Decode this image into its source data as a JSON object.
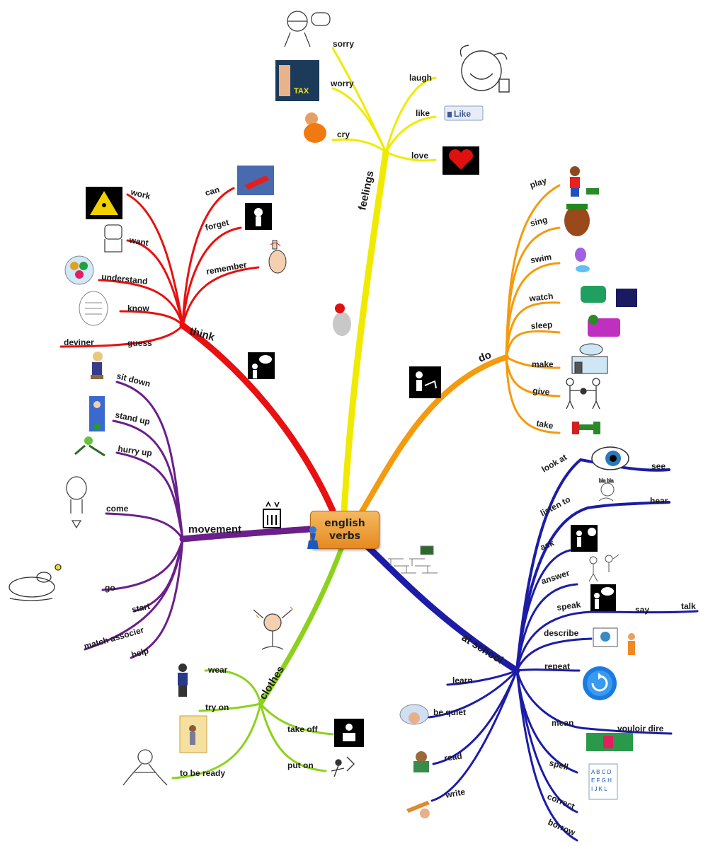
{
  "center": {
    "label": "english\nverbs"
  },
  "colors": {
    "feelings": "#f0ea00",
    "do": "#f59a0c",
    "at_school": "#1c1ca8",
    "clothes": "#8cd21c",
    "movement": "#6a1f8a",
    "think": "#e81010"
  },
  "branches": {
    "feelings": {
      "label": "feelings",
      "items": [
        "sorry",
        "worry",
        "cry",
        "laugh",
        "like",
        "love"
      ]
    },
    "do": {
      "label": "do",
      "items": [
        "play",
        "sing",
        "swim",
        "watch",
        "sleep",
        "make",
        "give",
        "take"
      ]
    },
    "at_school": {
      "label": "at school",
      "items": [
        "look at",
        "see",
        "listen to",
        "hear",
        "ask",
        "answer",
        "speak",
        "say",
        "talk",
        "describe",
        "repeat",
        "learn",
        "be quiet",
        "mean",
        "vouloir dire",
        "read",
        "spell",
        "write",
        "correct",
        "borrow"
      ]
    },
    "clothes": {
      "label": "clothes",
      "items": [
        "wear",
        "try on",
        "take off",
        "put on",
        "to be ready"
      ]
    },
    "movement": {
      "label": "movement",
      "items": [
        "sit down",
        "stand up",
        "hurry up",
        "come",
        "go",
        "start",
        "match associer",
        "help"
      ]
    },
    "think": {
      "label": "think",
      "items": [
        "can",
        "work",
        "forget",
        "want",
        "remember",
        "understand",
        "know",
        "deviner",
        "guess"
      ]
    }
  },
  "icons": [
    "sorry-cartoon-icon",
    "tax-money-icon",
    "crying-person-icon",
    "laughing-face-icon",
    "like-thumb-icon",
    "broken-heart-icon",
    "heart-head-icon",
    "play-child-icon",
    "sing-monster-icon",
    "swim-alien-icon",
    "tv-watch-icon",
    "sleep-bed-icon",
    "factory-icon",
    "give-people-icon",
    "take-people-icon",
    "do-pictogram-icon",
    "classroom-icon",
    "eye-icon",
    "listen-icon",
    "ask-pictogram-icon",
    "answer-people-icon",
    "speak-pictogram-icon",
    "presenter-icon",
    "repeat-arrow-icon",
    "angel-quiet-icon",
    "mean-picture-icon",
    "reading-child-icon",
    "alphabet-icon",
    "writing-pencil-icon",
    "cheering-person-icon",
    "wear-man-icon",
    "try-on-mirror-icon",
    "take-off-pictogram-icon",
    "put-on-pictogram-icon",
    "ready-runner-icon",
    "movement-elevator-icon",
    "sit-down-icon",
    "stand-up-icon",
    "hurry-runner-icon",
    "come-figure-icon",
    "go-snoopy-icon",
    "work-sign-icon",
    "can-superhero-icon",
    "forget-pictogram-icon",
    "want-fist-icon",
    "remember-finger-icon",
    "understand-head-icon",
    "know-head-icon",
    "think-bubble-icon",
    "center-pawn-icon"
  ]
}
